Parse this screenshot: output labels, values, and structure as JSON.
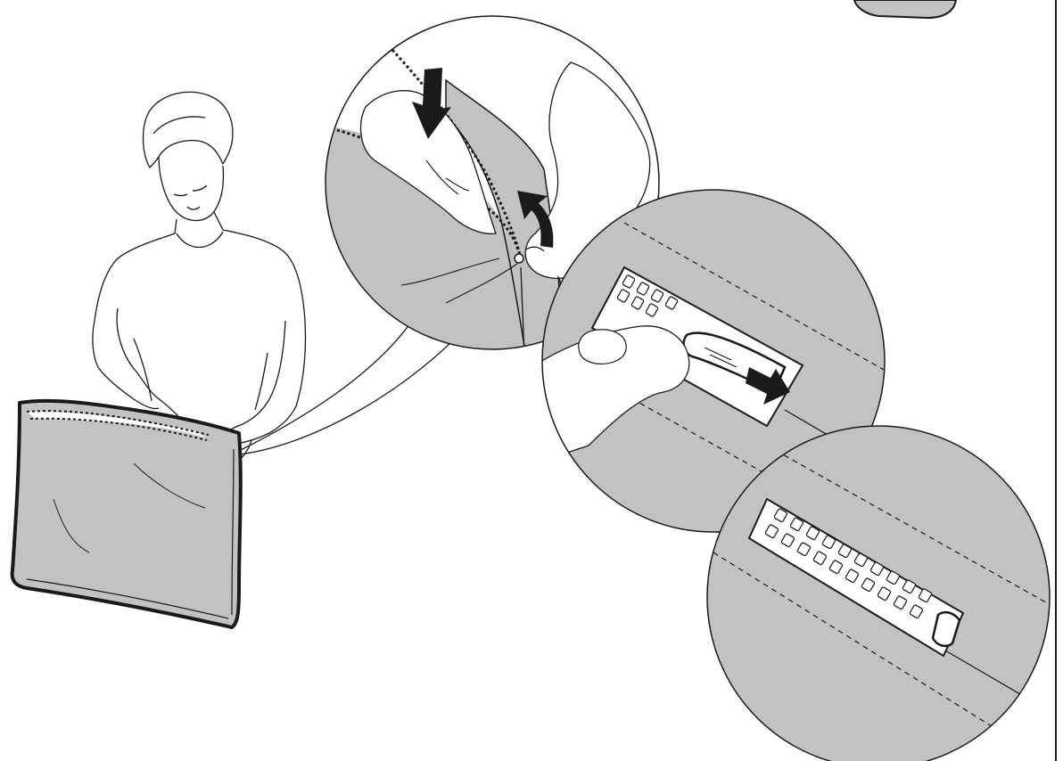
{
  "figure": {
    "kind": "assembly instruction illustration",
    "text_labels": [],
    "colors": {
      "fabric_gray": "#c2c2c4",
      "outline": "#1a1a1a",
      "paper": "#ffffff"
    },
    "steps": [
      {
        "id": "overview",
        "depicts": "person-pulling-zipper-on-cushion-cover"
      },
      {
        "id": "detail-1",
        "depicts": "hand-pulling-zipper-tab-with-arrows"
      },
      {
        "id": "detail-2",
        "depicts": "finger-pushing-zipper-slider-arrow"
      },
      {
        "id": "detail-3",
        "depicts": "zipper-closed-at-end-stop"
      }
    ],
    "icons": [
      "arrow-down-icon",
      "arrow-curved-up-icon",
      "arrow-right-icon"
    ]
  }
}
